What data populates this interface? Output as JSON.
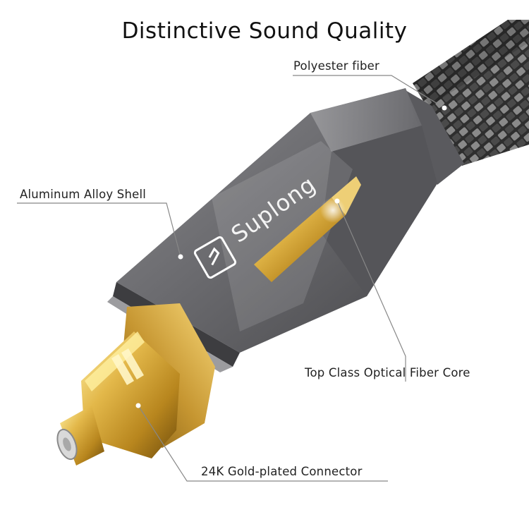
{
  "title": "Distinctive Sound Quality",
  "brand": "Suplong",
  "callouts": {
    "polyester": "Polyester fiber",
    "aluminum": "Aluminum Alloy Shell",
    "fiber_core": "Top Class Optical Fiber Core",
    "connector": "24K Gold-plated Connector"
  },
  "colors": {
    "shell": "#6f6f72",
    "shell_dark": "#4b4b4e",
    "braid": "#3a3a3a",
    "gold": "#d4a93a",
    "gold_dark": "#8a6412"
  }
}
